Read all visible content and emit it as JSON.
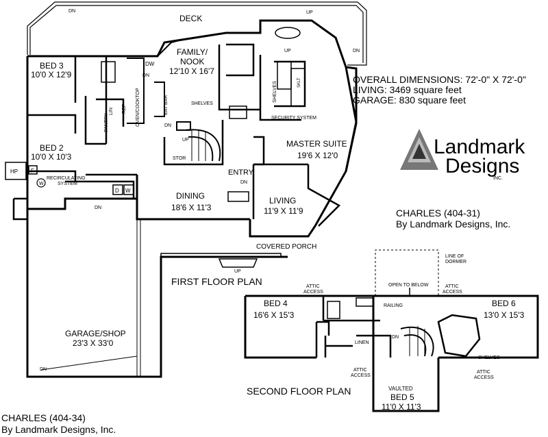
{
  "first_floor": {
    "plan_title": "FIRST FLOOR PLAN",
    "rooms": {
      "deck": "DECK",
      "family_name_1": "FAMILY/",
      "family_name_2": "NOOK",
      "family_dim": "12'10 X 16'7",
      "bed3_name": "BED 3",
      "bed3_dim": "10'0 X 12'9",
      "bed2_name": "BED 2",
      "bed2_dim": "10'0 X 10'3",
      "master_name": "MASTER SUITE",
      "master_dim": "19'6 X 12'0",
      "dining_name": "DINING",
      "dining_dim": "18'6 X 11'3",
      "living_name": "LIVING",
      "living_dim": "11'9 X 11'9",
      "entry": "ENTRY",
      "covered_porch": "COVERED PORCH",
      "garage_name": "GARAGE/SHOP",
      "garage_dim": "23'3 X 33'0"
    },
    "fixtures": {
      "dw": "DW",
      "oven_cooktop": "OVEN/COOKTOP",
      "eat_bar": "EAT BAR",
      "lin": "LIN",
      "ref": "REF",
      "pantry": "PANTRY",
      "shelves_left": "SHELVES",
      "shelves_right": "SHELVES",
      "security": "SECURITY SYSTEM",
      "stor": "STOR",
      "recirc_1": "RECIRCULATING",
      "recirc_2": "SYSTEM",
      "hp": "HP",
      "f": "F",
      "w": "W",
      "d": "D",
      "washer_box": "W",
      "sklt": "SKLT"
    },
    "arrows": {
      "dn_top": "DN",
      "up_top": "UP",
      "dn_right": "DN",
      "dn_family": "DN",
      "up_bath": "UP",
      "dn_kitchen": "DN",
      "up_stair": "UP",
      "dn_entry": "DN",
      "dn_laundry": "DN",
      "up_porch": "UP",
      "dn_garage": "DN"
    }
  },
  "second_floor": {
    "plan_title": "SECOND FLOOR PLAN",
    "rooms": {
      "bed4_name": "BED 4",
      "bed4_dim": "16'6 X 15'3",
      "bed6_name": "BED 6",
      "bed6_dim": "13'0 X 15'3",
      "bed5_vaulted": "VAULTED",
      "bed5_name": "BED 5",
      "bed5_dim": "11'0 X 11'3"
    },
    "labels": {
      "attic_1a": "ATTIC",
      "attic_1b": "ACCESS",
      "attic_2a": "ATTIC",
      "attic_2b": "ACCESS",
      "attic_3a": "ATTIC",
      "attic_3b": "ACCESS",
      "attic_4a": "ATTIC",
      "attic_4b": "ACCESS",
      "open_below": "OPEN TO BELOW",
      "line_dormer_1": "LINE OF",
      "line_dormer_2": "DORMER",
      "railing": "RAILING",
      "linen": "LINEN",
      "dn": "DN",
      "shelves": "SHELVES"
    }
  },
  "info": {
    "overall": "OVERALL DIMENSIONS: 72'-0\" X 72'-0\"",
    "living": "LIVING: 3469 square feet",
    "garage": "GARAGE: 830 square feet"
  },
  "logo": {
    "line1": "Landmark",
    "line2": "Designs",
    "inc": "INC."
  },
  "credits": {
    "upper_title": "CHARLES (404-31)",
    "upper_by": "By Landmark Designs, Inc.",
    "lower_title": "CHARLES (404-34)",
    "lower_by": "By Landmark Designs, Inc."
  }
}
